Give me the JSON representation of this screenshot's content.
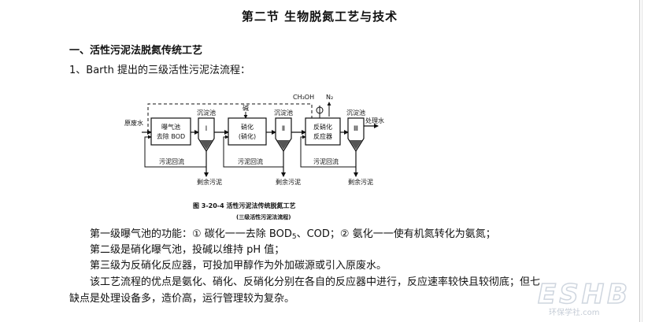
{
  "title": "第二节 生物脱氮工艺与技术",
  "section_heading": "一、活性污泥法脱氮传统工艺",
  "intro": "1、Barth 提出的三级活性污泥法流程：",
  "figure": {
    "influent": "原废水",
    "effluent": "处理水",
    "tank1_line1": "曝气池",
    "tank1_line2": "去除 BOD",
    "tank2_line1": "硝化",
    "tank2_line2": "(硝化)",
    "tank3_line1": "反硝化",
    "tank3_line2": "反应器",
    "alkali": "碱",
    "methanol": "CH₃OH",
    "nitrogen": "N₂",
    "settler_label": "沉淀池",
    "settler1_num": "Ⅰ",
    "settler2_num": "Ⅱ",
    "settler3_num": "Ⅲ",
    "sludge_return": "污泥回流",
    "excess_sludge": "剩余污泥",
    "caption_line1": "图 3-20-4   活性污泥法传统脱氮工艺",
    "caption_line2": "(三级活性污泥法流程)"
  },
  "para1_pre": "第一级曝气池的功能：① 碳化一一去除 BOD",
  "para1_sub": "5",
  "para1_post": "、COD；② 氨化一一使有机氮转化为氨氮；",
  "para2": "第二级是硝化曝气池，投碱以维持 pH 值；",
  "para3": "第三级为反硝化反应器，可投加甲醇作为外加碳源或引入原废水。",
  "para4": "该工艺流程的优点是氨化、硝化、反硝化分别在各自的反应器中进行，反应速率较快且较彻底；但七",
  "para5": "缺点是处理设备多，造价高，运行管理较为复杂。",
  "watermark": {
    "logo_text": "ESHB",
    "sub_text": "环保学社.com"
  }
}
